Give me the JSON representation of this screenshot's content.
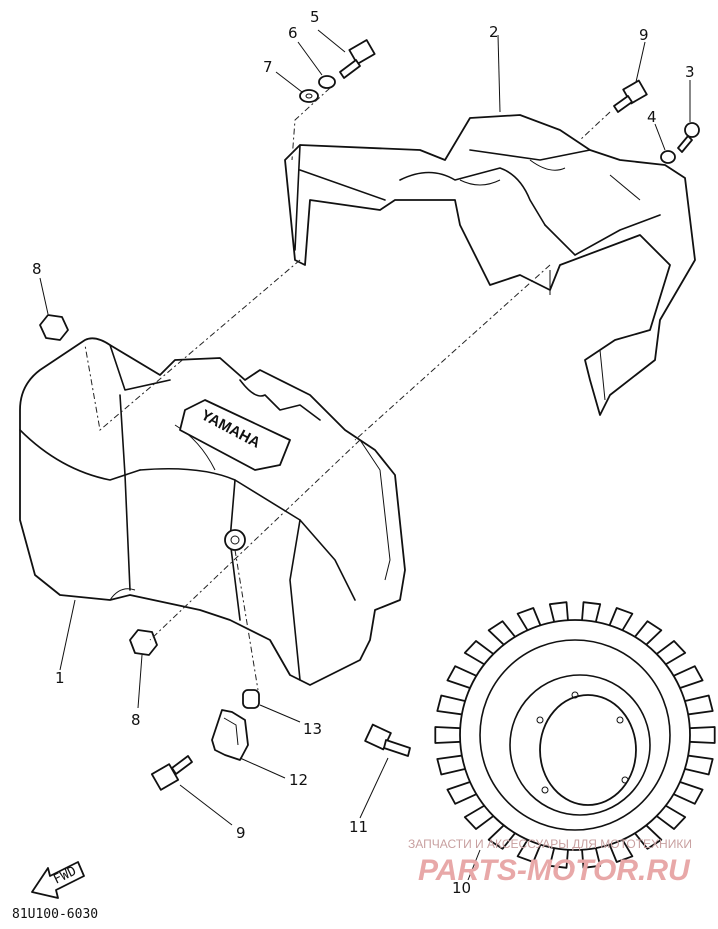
{
  "diagram": {
    "callouts": [
      {
        "id": "c1",
        "label": "1"
      },
      {
        "id": "c2",
        "label": "2"
      },
      {
        "id": "c3",
        "label": "3"
      },
      {
        "id": "c4",
        "label": "4"
      },
      {
        "id": "c5",
        "label": "5"
      },
      {
        "id": "c6",
        "label": "6"
      },
      {
        "id": "c7",
        "label": "7"
      },
      {
        "id": "c8a",
        "label": "8"
      },
      {
        "id": "c8b",
        "label": "8"
      },
      {
        "id": "c9a",
        "label": "9"
      },
      {
        "id": "c9b",
        "label": "9"
      },
      {
        "id": "c10",
        "label": "10"
      },
      {
        "id": "c11",
        "label": "11"
      },
      {
        "id": "c12",
        "label": "12"
      },
      {
        "id": "c13",
        "label": "13"
      }
    ],
    "brand_plate": "YAMAHA",
    "direction_arrow": "FWD",
    "drawing_code": "81U100-6030",
    "watermark_line1": "ЗАПЧАСТИ И АКСЕССУАРЫ ДЛЯ МОТОТЕХНИКИ",
    "watermark_line2": "PARTS-MOTOR.RU"
  }
}
